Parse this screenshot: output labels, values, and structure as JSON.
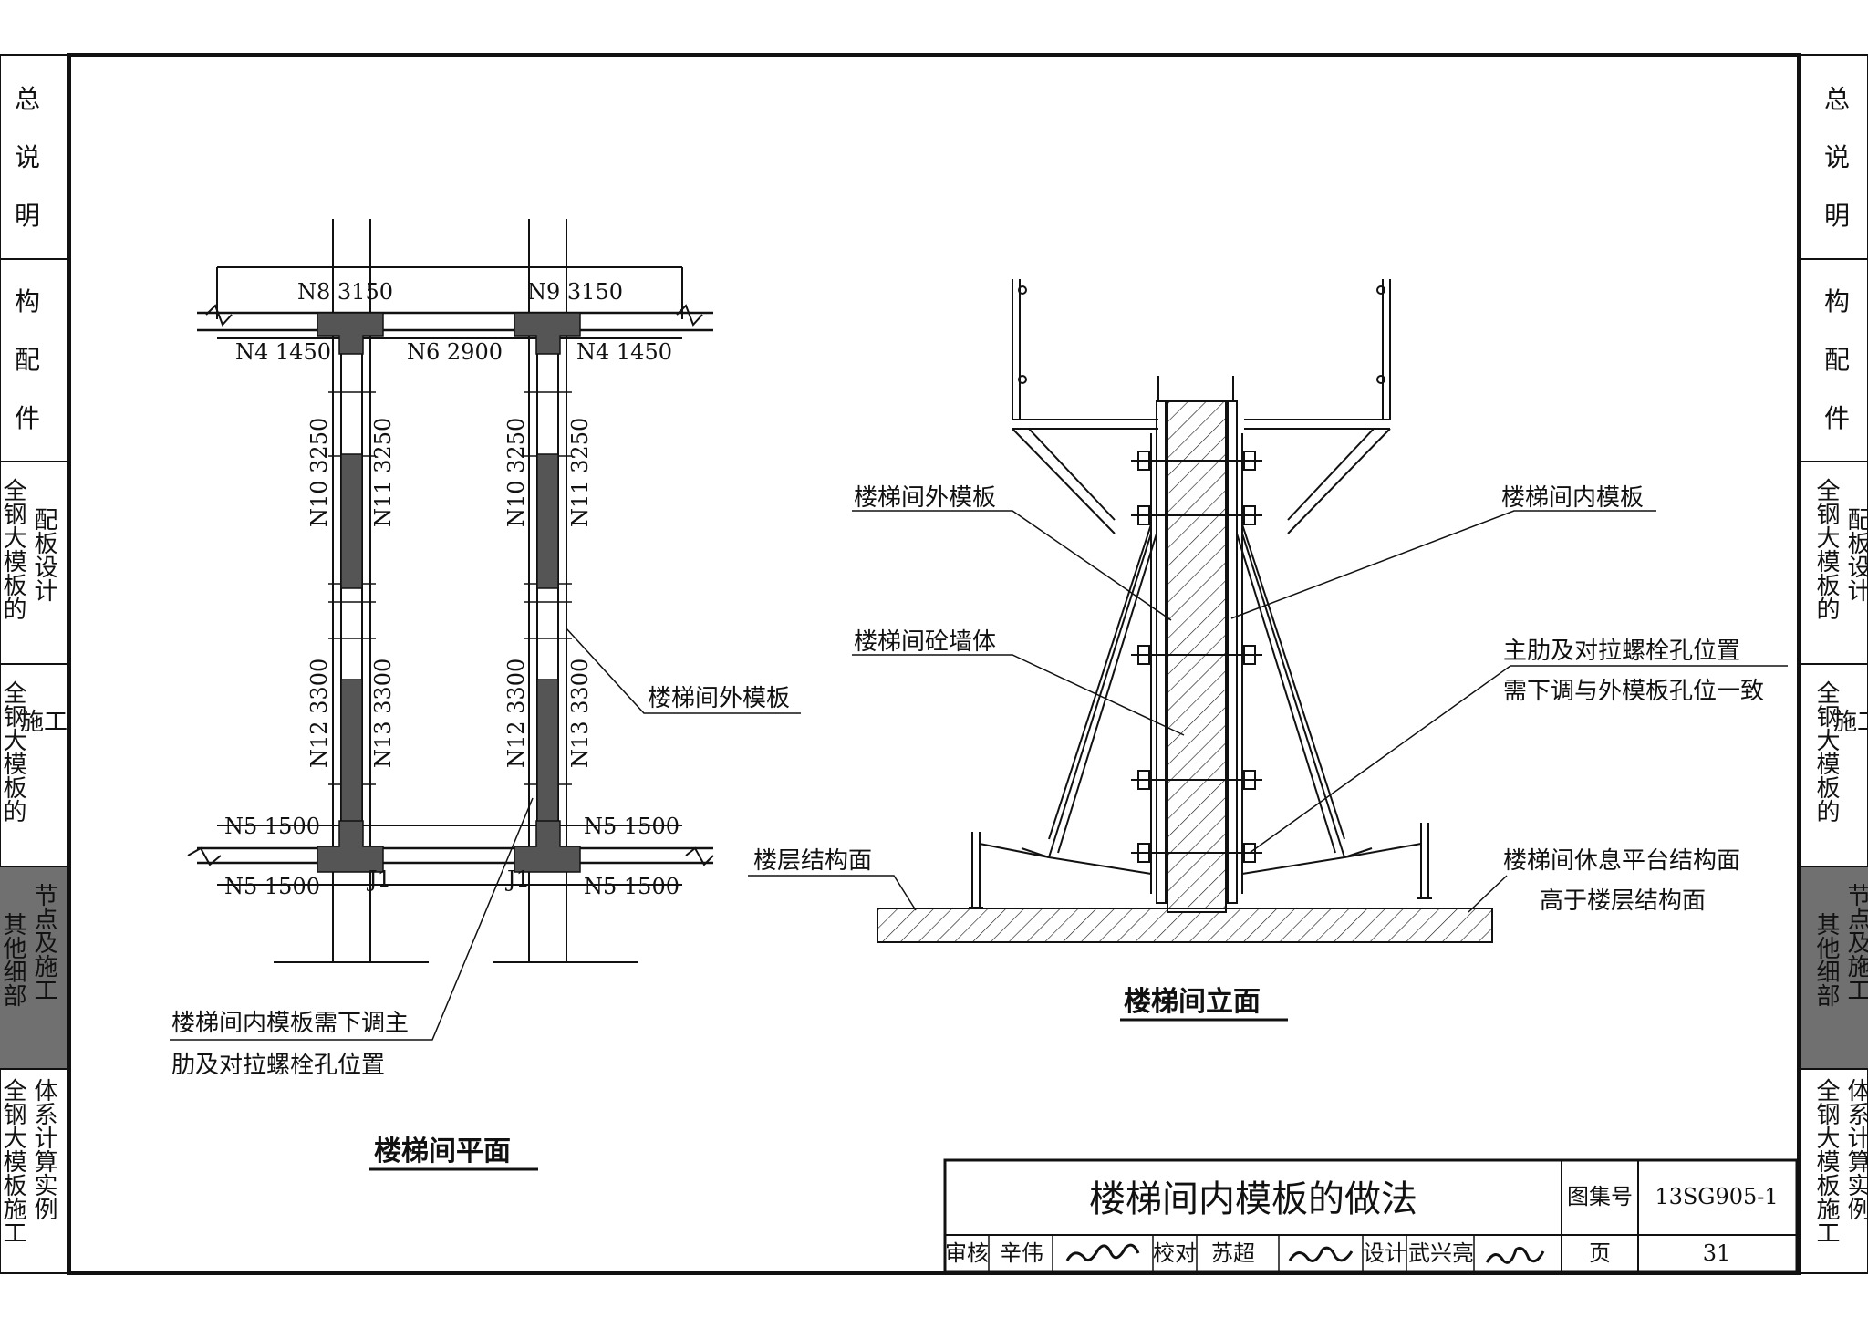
{
  "side_tabs": [
    {
      "lines": [
        "总",
        "说",
        "明"
      ]
    },
    {
      "lines": [
        "构",
        "配",
        "件"
      ]
    },
    {
      "col1": "全钢大模板的",
      "col2": "配板设计"
    },
    {
      "col1": "全钢大模板的",
      "col2": "施工"
    },
    {
      "col1": "其他细部",
      "col2": "节点及施工",
      "active": true
    },
    {
      "col1": "全钢大模板施工",
      "col2": "体系计算实例"
    }
  ],
  "plan": {
    "top_labels": [
      "N8 3150",
      "N9 3150"
    ],
    "second_labels": [
      "N4 1450",
      "N6 2900",
      "N4 1450"
    ],
    "vertical_labels": [
      "N10 3250",
      "N11 3250",
      "N10 3250",
      "N11 3250",
      "N12 3300",
      "N13 3300",
      "N12 3300",
      "N13 3300"
    ],
    "bottom_labels": [
      "N5 1500",
      "N5 1500",
      "N5 1500",
      "N5 1500"
    ],
    "joint_labels": [
      "J1",
      "J1"
    ],
    "outer_formwork": "楼梯间外模板",
    "note_line1": "楼梯间内模板需下调主",
    "note_line2": "肋及对拉螺栓孔位置",
    "title": "楼梯间平面"
  },
  "elevation": {
    "outer_formwork": "楼梯间外模板",
    "inner_formwork": "楼梯间内模板",
    "wall": "楼梯间砼墙体",
    "rib_line1": "主肋及对拉螺栓孔位置",
    "rib_line2": "需下调与外模板孔位一致",
    "floor": "楼层结构面",
    "platform_line1": "楼梯间休息平台结构面",
    "platform_line2": "高于楼层结构面",
    "title": "楼梯间立面"
  },
  "title_block": {
    "drawing_title": "楼梯间内模板的做法",
    "atlas_label": "图集号",
    "atlas_no": "13SG905-1",
    "review_label": "审核",
    "reviewer": "辛伟",
    "check_label": "校对",
    "checker": "苏超",
    "design_label": "设计",
    "designer": "武兴亮",
    "page_label": "页",
    "page_no": "31"
  },
  "colors": {
    "line": "#111111",
    "active_tab": "#707070",
    "hatch_fill": "#555555"
  }
}
